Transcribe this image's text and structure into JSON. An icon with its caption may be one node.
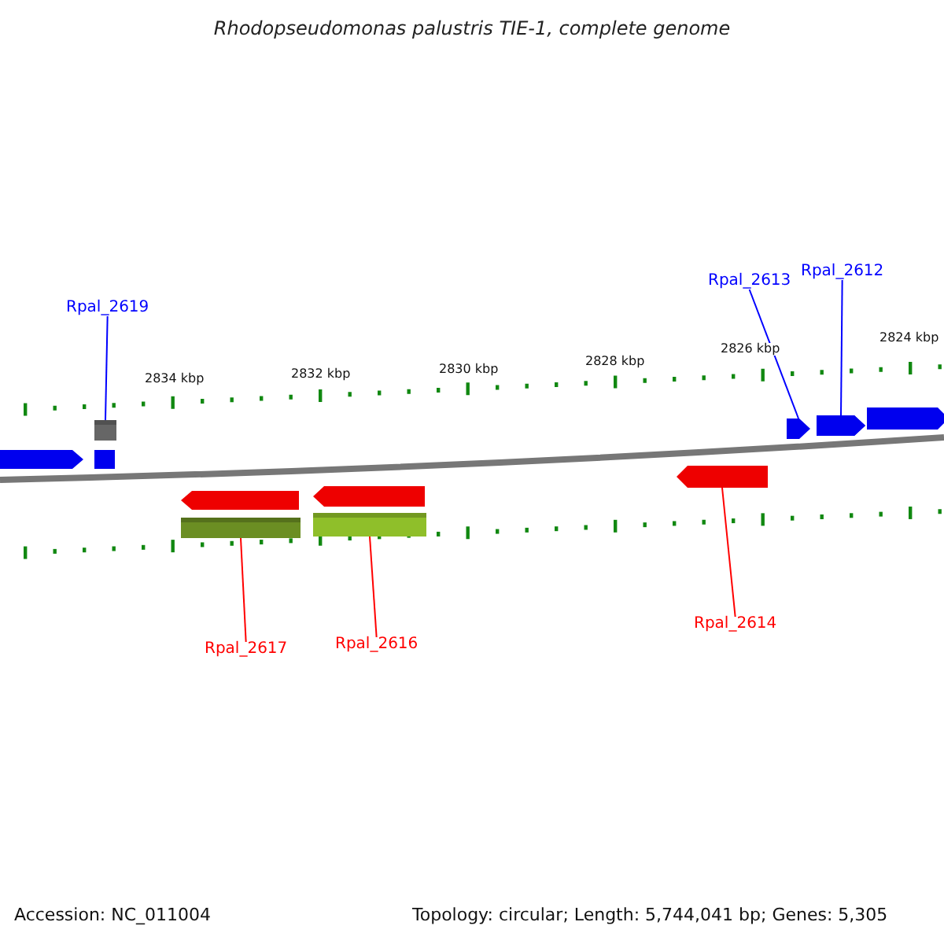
{
  "diagram": {
    "title": "Rhodopseudomonas palustris TIE-1, complete genome",
    "nodes": [
      {
        "text": [
          "Rpal_2619"
        ]
      },
      {
        "text": [
          "Rpal_2613"
        ]
      },
      {
        "text": [
          "Rpal_2612"
        ]
      },
      {
        "text": [],
        "shape": "box"
      },
      {
        "text": [],
        "shape": "arrow"
      },
      {
        "text": [],
        "shape": "arrow"
      },
      {
        "text": [],
        "shape": "bar"
      },
      {
        "text": [],
        "shape": "bar"
      },
      {
        "text": [],
        "shape": "arrow"
      },
      {
        "text": [
          "Rpal_2617"
        ]
      },
      {
        "text": [
          "Rpal_2616"
        ]
      },
      {
        "text": [
          "Rpal_2614"
        ]
      }
    ],
    "edges": [
      {
        "from": 0,
        "to": 3,
        "arrow": "none",
        "color": "#0000ff"
      },
      {
        "from": 1,
        "to": 4,
        "arrow": "none",
        "color": "#0000ff"
      },
      {
        "from": 2,
        "to": 5,
        "arrow": "none",
        "color": "#0000ff"
      },
      {
        "from": 9,
        "to": 6,
        "arrow": "none",
        "color": "#ff0000"
      },
      {
        "from": 10,
        "to": 7,
        "arrow": "none",
        "color": "#ff0000"
      },
      {
        "from": 11,
        "to": 8,
        "arrow": "none",
        "color": "#ff0000"
      }
    ],
    "labels": [
      "2834 kbp",
      "2832 kbp",
      "2830 kbp",
      "2828 kbp",
      "2826 kbp",
      "2824 kbp",
      "Accession: NC_011004",
      "Topology: circular; Length: 5,744,041 bp; Genes: 5,305"
    ]
  }
}
